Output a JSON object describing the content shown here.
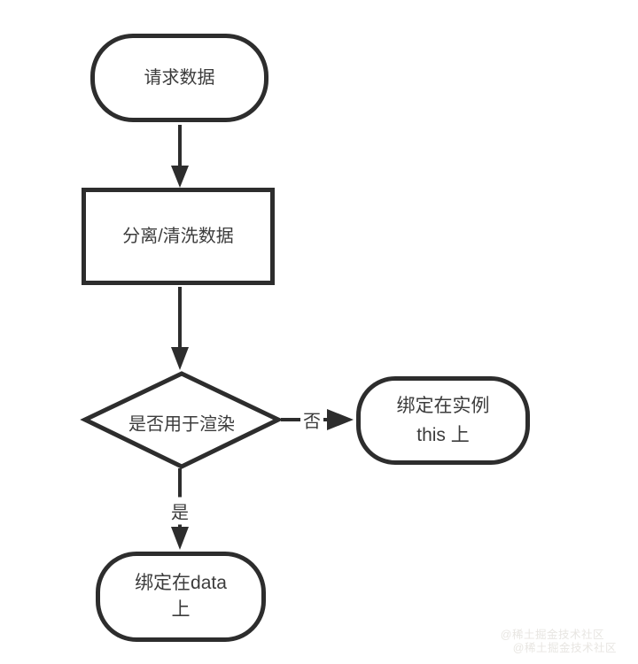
{
  "flowchart": {
    "stroke_color": "#2d2d2d",
    "text_color": "#3c3c3c",
    "background_color": "#ffffff",
    "nodes": {
      "request": {
        "shape": "stadium",
        "label": "请求数据"
      },
      "clean": {
        "shape": "rectangle",
        "label": "分离/清洗数据"
      },
      "decision": {
        "shape": "diamond",
        "label": "是否用于渲染"
      },
      "bind_this": {
        "shape": "stadium",
        "label": "绑定在实例\nthis 上"
      },
      "bind_data": {
        "shape": "stadium",
        "label": "绑定在data\n上"
      }
    },
    "edges": [
      {
        "from": "request",
        "to": "clean",
        "label": ""
      },
      {
        "from": "clean",
        "to": "decision",
        "label": ""
      },
      {
        "from": "decision",
        "to": "bind_this",
        "label": "否"
      },
      {
        "from": "decision",
        "to": "bind_data",
        "label": "是"
      }
    ],
    "edge_labels": {
      "no": "否",
      "yes": "是"
    }
  },
  "watermark": {
    "line1": "@稀土掘金技术社区",
    "line2": "@稀土掘金技术社区",
    "color": "#e8e6e2"
  }
}
